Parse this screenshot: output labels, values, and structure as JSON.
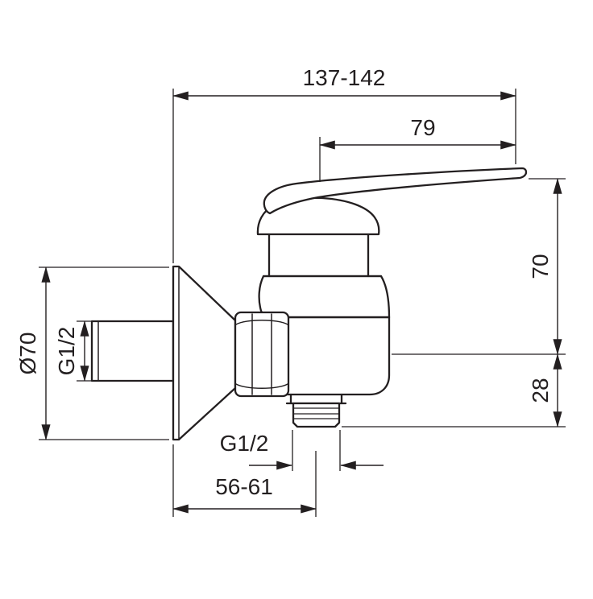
{
  "page": {
    "background": "#ffffff",
    "stroke_color": "#231f20"
  },
  "drawing": {
    "type": "technical-dimension-drawing",
    "subject": "wall-mounted single-lever shower mixer, side view",
    "labels": {
      "overall_width": "137-142",
      "lever_length": "79",
      "height_upper": "70",
      "height_lower": "28",
      "flange_diameter": "Ø70",
      "inlet_thread": "G1/2",
      "outlet_thread": "G1/2",
      "wall_to_outlet": "56-61"
    }
  }
}
